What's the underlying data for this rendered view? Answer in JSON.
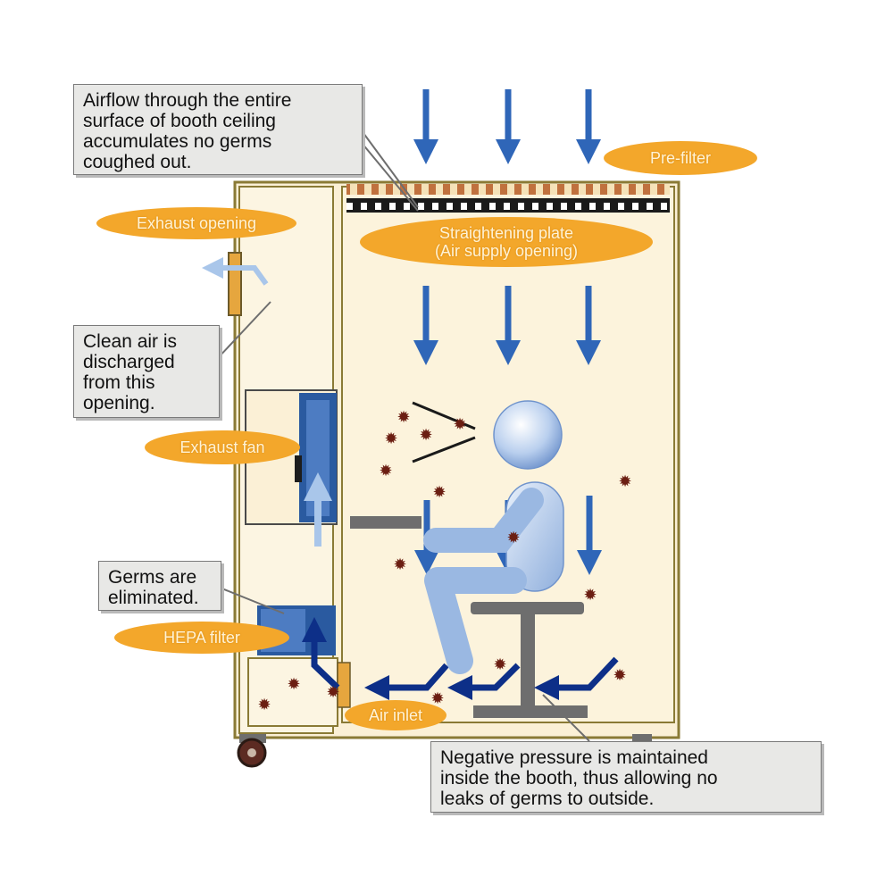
{
  "colors": {
    "booth_fill": "#fbf0d6",
    "booth_border": "#8a7a35",
    "booth_inner": "#f6e9b5",
    "arrow_blue": "#2f66b8",
    "arrow_dark": "#0d2f88",
    "fan_blue": "#2a5aa0",
    "label_orange": "#f3a72b",
    "germ": "#6b1e12",
    "callout_gray": "#e8e8e6"
  },
  "labels": {
    "pre_filter": "Pre-filter",
    "exhaust_opening": "Exhaust opening",
    "straightening_plate_line1": "Straightening plate",
    "straightening_plate_line2": "(Air supply opening)",
    "exhaust_fan": "Exhaust fan",
    "hepa_filter": "HEPA filter",
    "air_inlet": "Air inlet"
  },
  "callouts": {
    "ceiling": {
      "line1": "Airflow through the entire",
      "line2": "surface of booth ceiling",
      "line3": "accumulates no germs",
      "line4": "coughed out."
    },
    "clean_air": {
      "line1": "Clean air is",
      "line2": "discharged",
      "line3": "from this",
      "line4": "opening."
    },
    "germs": {
      "line1": "Germs are",
      "line2": "eliminated."
    },
    "negative_pressure": {
      "line1": "Negative pressure is maintained",
      "line2": "inside the booth, thus allowing no",
      "line3": "leaks of germs to outside."
    }
  },
  "icons": [
    "down-arrow-icon",
    "germ-icon",
    "person-figure-icon",
    "fan-icon",
    "caster-wheel-icon"
  ]
}
